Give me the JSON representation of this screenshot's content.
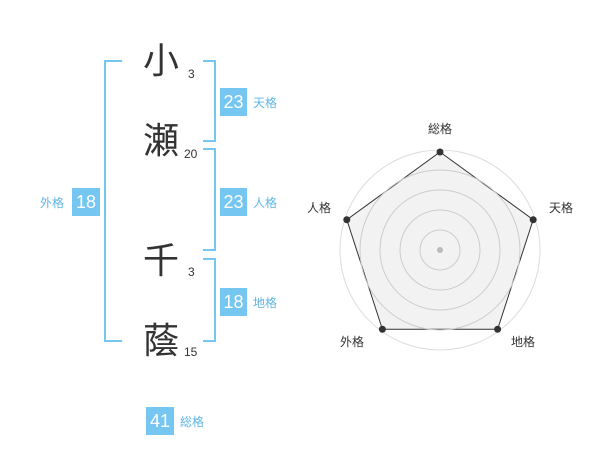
{
  "name": {
    "chars": [
      {
        "char": "小",
        "strokes": "3"
      },
      {
        "char": "瀬",
        "strokes": "20"
      },
      {
        "char": "千",
        "strokes": "3"
      },
      {
        "char": "蔭",
        "strokes": "15"
      }
    ]
  },
  "scores": {
    "tenkaku": {
      "value": "23",
      "label": "天格"
    },
    "jinkaku": {
      "value": "23",
      "label": "人格"
    },
    "chikaku": {
      "value": "18",
      "label": "地格"
    },
    "gaikaku": {
      "value": "18",
      "label": "外格"
    },
    "soukaku": {
      "value": "41",
      "label": "総格"
    }
  },
  "colors": {
    "accent": "#75c6f1",
    "accent_text": "#5fb6e6",
    "text": "#333333"
  },
  "chart_data": {
    "type": "radar",
    "axes": [
      "総格",
      "天格",
      "地格",
      "外格",
      "人格"
    ],
    "values": [
      1.0,
      1.0,
      1.0,
      1.0,
      1.0
    ],
    "rings": 4,
    "grid": true
  }
}
